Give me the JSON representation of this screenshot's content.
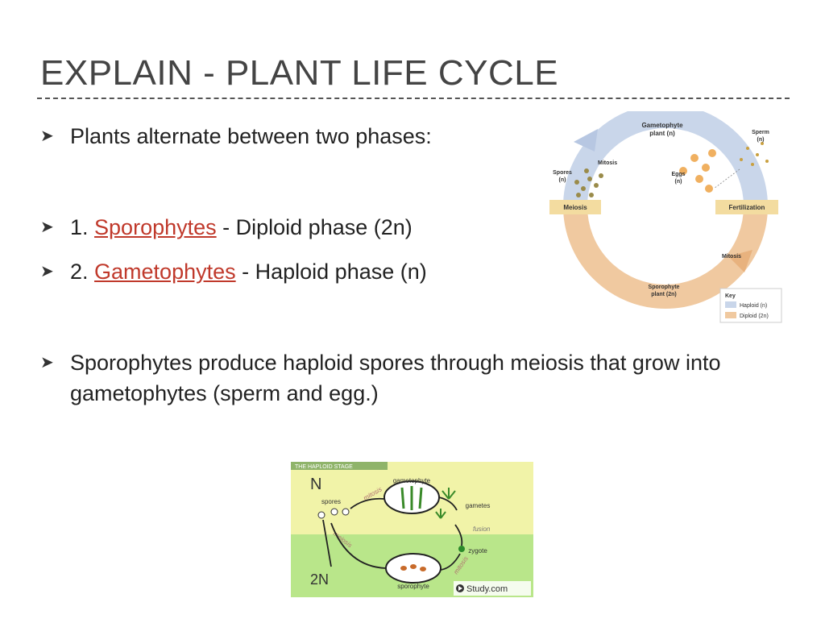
{
  "slide": {
    "title": "EXPLAIN - PLANT LIFE CYCLE"
  },
  "bullets": [
    {
      "text": "Plants alternate between two phases:"
    },
    {
      "number": "1. ",
      "link": "Sporophytes",
      "rest": " - Diploid phase (2n)"
    },
    {
      "number": "2. ",
      "link": "Gametophytes",
      "rest": " - Haploid phase (n)"
    },
    {
      "text": "Sporophytes produce haploid spores through meiosis that grow into gametophytes (sperm and egg.)"
    }
  ],
  "cycle_diagram": {
    "gametophyte": "Gametophyte",
    "gametophyte_n": "plant (n)",
    "sperm": "Sperm",
    "sperm_n": "(n)",
    "mitosis_top": "Mitosis",
    "spores": "Spores",
    "spores_n": "(n)",
    "eggs": "Eggs",
    "eggs_n": "(n)",
    "meiosis": "Meiosis",
    "fertilization": "Fertilization",
    "mitosis_bottom": "Mitosis",
    "sporophyte": "Sporophyte",
    "sporophyte_2n": "plant (2n)",
    "key": "Key",
    "key_haploid": "Haploid (n)",
    "key_diploid": "Diploid (2n)",
    "colors": {
      "haploid": "#c9d6ea",
      "diploid": "#f0c9a0",
      "label_box": "#f3dca0"
    }
  },
  "haploid_diagram": {
    "banner": "THE HAPLOID STAGE",
    "n": "N",
    "two_n": "2N",
    "gametophyte": "gametophyte",
    "spores": "spores",
    "mitosis": "mitosis",
    "gametes": "gametes",
    "fusion": "fusion",
    "meiosis": "meiosis",
    "zygote": "zygote",
    "mitosis_lower": "mitosis",
    "sporophyte": "sporophyte",
    "brand": "Study.com",
    "colors": {
      "haploid_bg": "#f1f3a8",
      "diploid_bg": "#b9e68a"
    }
  }
}
